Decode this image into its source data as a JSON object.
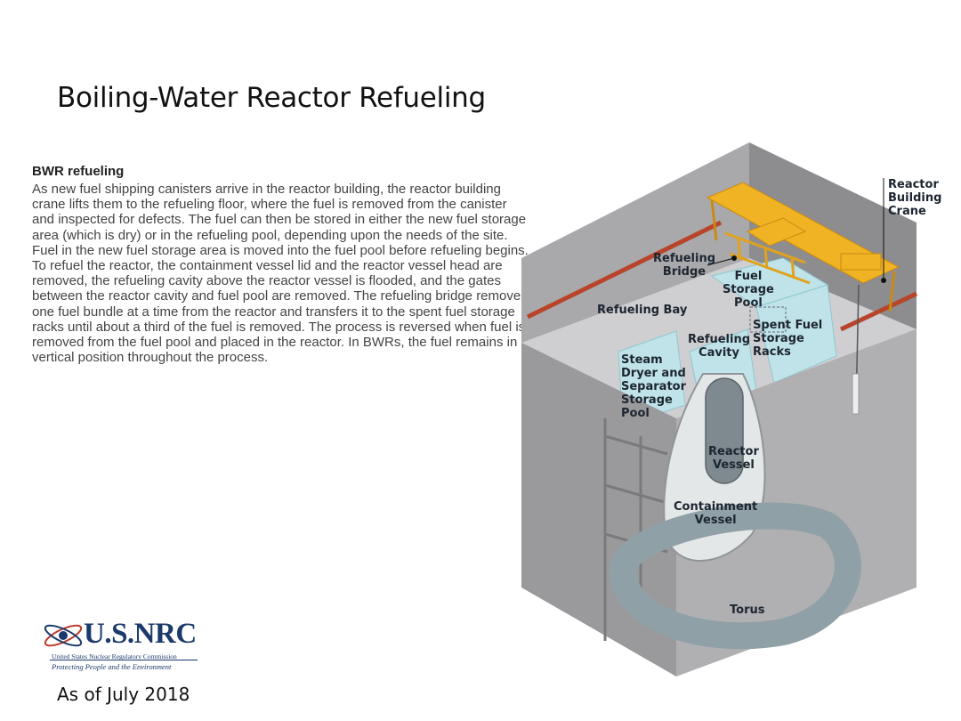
{
  "slide": {
    "title": "Boiling-Water Reactor Refueling",
    "heading": "BWR refueling",
    "body": "As new fuel shipping canisters arrive in the reactor building, the reactor building crane lifts them to the refueling floor, where the fuel is removed from the canister and inspected for defects. The fuel can then be stored in either the new fuel storage area (which is dry) or in the refueling pool, depending upon the needs of the site. Fuel in the new fuel storage area is moved into the fuel pool before refueling begins. To refuel the reactor, the containment vessel lid and the reactor vessel head are removed, the refueling cavity above the reactor vessel is flooded, and the gates between the reactor cavity and fuel pool are removed. The refueling bridge removes one fuel bundle at a time from the reactor and transfers it to the spent fuel storage racks until about a third of the fuel is removed. The process is reversed when fuel is removed from the fuel pool and placed in the reactor. In BWRs, the fuel remains in a vertical position throughout the process.",
    "as_of": "As of July 2018"
  },
  "diagram": {
    "labels": {
      "reactor_building_crane": "Reactor\nBuilding\nCrane",
      "refueling_bridge": "Refueling\nBridge",
      "fuel_storage_pool": "Fuel\nStorage\nPool",
      "refueling_bay": "Refueling Bay",
      "spent_fuel_storage_racks": "Spent Fuel\nStorage\nRacks",
      "refueling_cavity": "Refueling\nCavity",
      "steam_dryer_pool": "Steam\nDryer and\nSeparator\nStorage\nPool",
      "reactor_vessel": "Reactor\nVessel",
      "containment_vessel": "Containment\nVessel",
      "torus": "Torus"
    }
  },
  "logo": {
    "name": "U.S.NRC",
    "subtitle": "United States Nuclear Regulatory Commission",
    "tagline": "Protecting People and the Environment"
  },
  "colors": {
    "crane_yellow": "#f0b323",
    "rail_red": "#b8452a",
    "water_blue": "#bfe3e8",
    "concrete": "#b8b8ba",
    "torus_grey": "#8fa0a6",
    "nrc_blue": "#1b3a6b"
  }
}
